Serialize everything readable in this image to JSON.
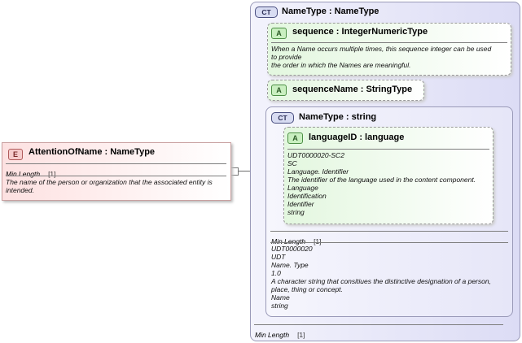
{
  "element": {
    "badge": "E",
    "title": "AttentionOfName : NameType",
    "facet_label": "Min Length",
    "facet_value": "[1]",
    "description_lines": [
      "The name of the person or organization that the associated entity is",
      "intended."
    ]
  },
  "complex_type": {
    "badge": "CT",
    "title": "NameType : NameType",
    "facet_label": "Min Length",
    "facet_value": "[1]"
  },
  "attr_sequence": {
    "badge": "A",
    "title": "sequence : IntegerNumericType",
    "description_lines": [
      "When a Name occurs multiple times, this sequence integer can be used",
      "to provide",
      "the order in which the Names are meaningful."
    ]
  },
  "attr_sequence_name": {
    "badge": "A",
    "title": "sequenceName : StringType"
  },
  "inner_type": {
    "badge": "CT",
    "title": "NameType : string",
    "facet_label": "Min Length",
    "facet_value": "[1]",
    "doc_lines": [
      "UDT0000020",
      "UDT",
      "Name. Type",
      "1.0",
      "A character string that consitiues the distinctive designation of a person,",
      "place, thing or concept.",
      "Name",
      "string"
    ]
  },
  "attr_language": {
    "badge": "A",
    "title": "languageID : language",
    "doc_lines": [
      "UDT0000020-SC2",
      "SC",
      "Language. Identifier",
      "The identifier of the language used in the content component.",
      "Language",
      "Identification",
      "Identifier",
      "string"
    ]
  },
  "colors": {
    "element_fill": "#fbe5e5",
    "complex_fill": "#e8e9fb",
    "attr_fill": "#e9f9e6",
    "border": "#9a9a9a"
  }
}
